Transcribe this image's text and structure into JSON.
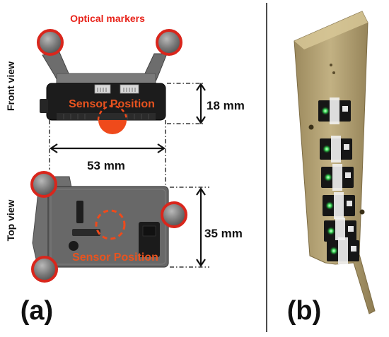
{
  "labels": {
    "optical_markers": "Optical markers",
    "front_view": "Front view",
    "top_view": "Top view",
    "sensor_position_front": "Sensor Position",
    "sensor_position_top": "Sensor Position",
    "dim_height": "18 mm",
    "dim_width": "53 mm",
    "dim_depth": "35 mm",
    "panel_a": "(a)",
    "panel_b": "(b)"
  },
  "colors": {
    "marker_red": "#d9261c",
    "sensor_orange": "#ef4a1b",
    "label_red": "#e8231a",
    "sensor_text": "#e8531f",
    "device_gray": "#676767",
    "device_dark": "#1c1c1c",
    "board_wood": "#b8a67a",
    "led_green": "#3ddc5a"
  },
  "icons": [
    "optical-marker-icon",
    "sensor-position-icon",
    "led-icon"
  ]
}
